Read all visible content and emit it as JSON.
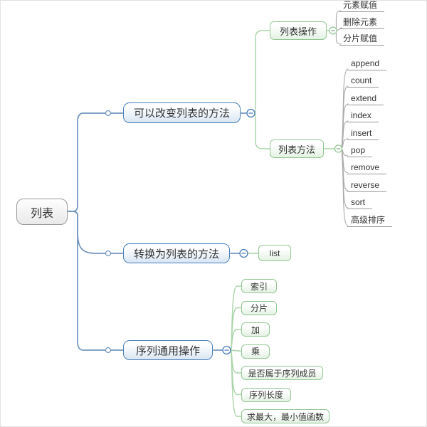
{
  "root": {
    "label": "列表"
  },
  "branch1": {
    "label": "可以改变列表的方法",
    "ops": {
      "label": "列表操作",
      "items": [
        "元素赋值",
        "删除元素",
        "分片赋值"
      ]
    },
    "methods": {
      "label": "列表方法",
      "items": [
        "append",
        "count",
        "extend",
        "index",
        "insert",
        "pop",
        "remove",
        "reverse",
        "sort",
        "高级排序"
      ]
    }
  },
  "branch2": {
    "label": "转换为列表的方法",
    "items": [
      "list"
    ]
  },
  "branch3": {
    "label": "序列通用操作",
    "items": [
      "索引",
      "分片",
      "加",
      "乘",
      "是否属于序列成员",
      "序列长度",
      "求最大，最小值函数"
    ]
  },
  "colors": {
    "blue_border": "#4a7ebb",
    "blue_line": "#7396bf",
    "green_border": "#94c794",
    "green_line": "#a9d4a9",
    "grey_line": "#999999",
    "root_border": "#9a9a9a",
    "text": "#333333"
  }
}
